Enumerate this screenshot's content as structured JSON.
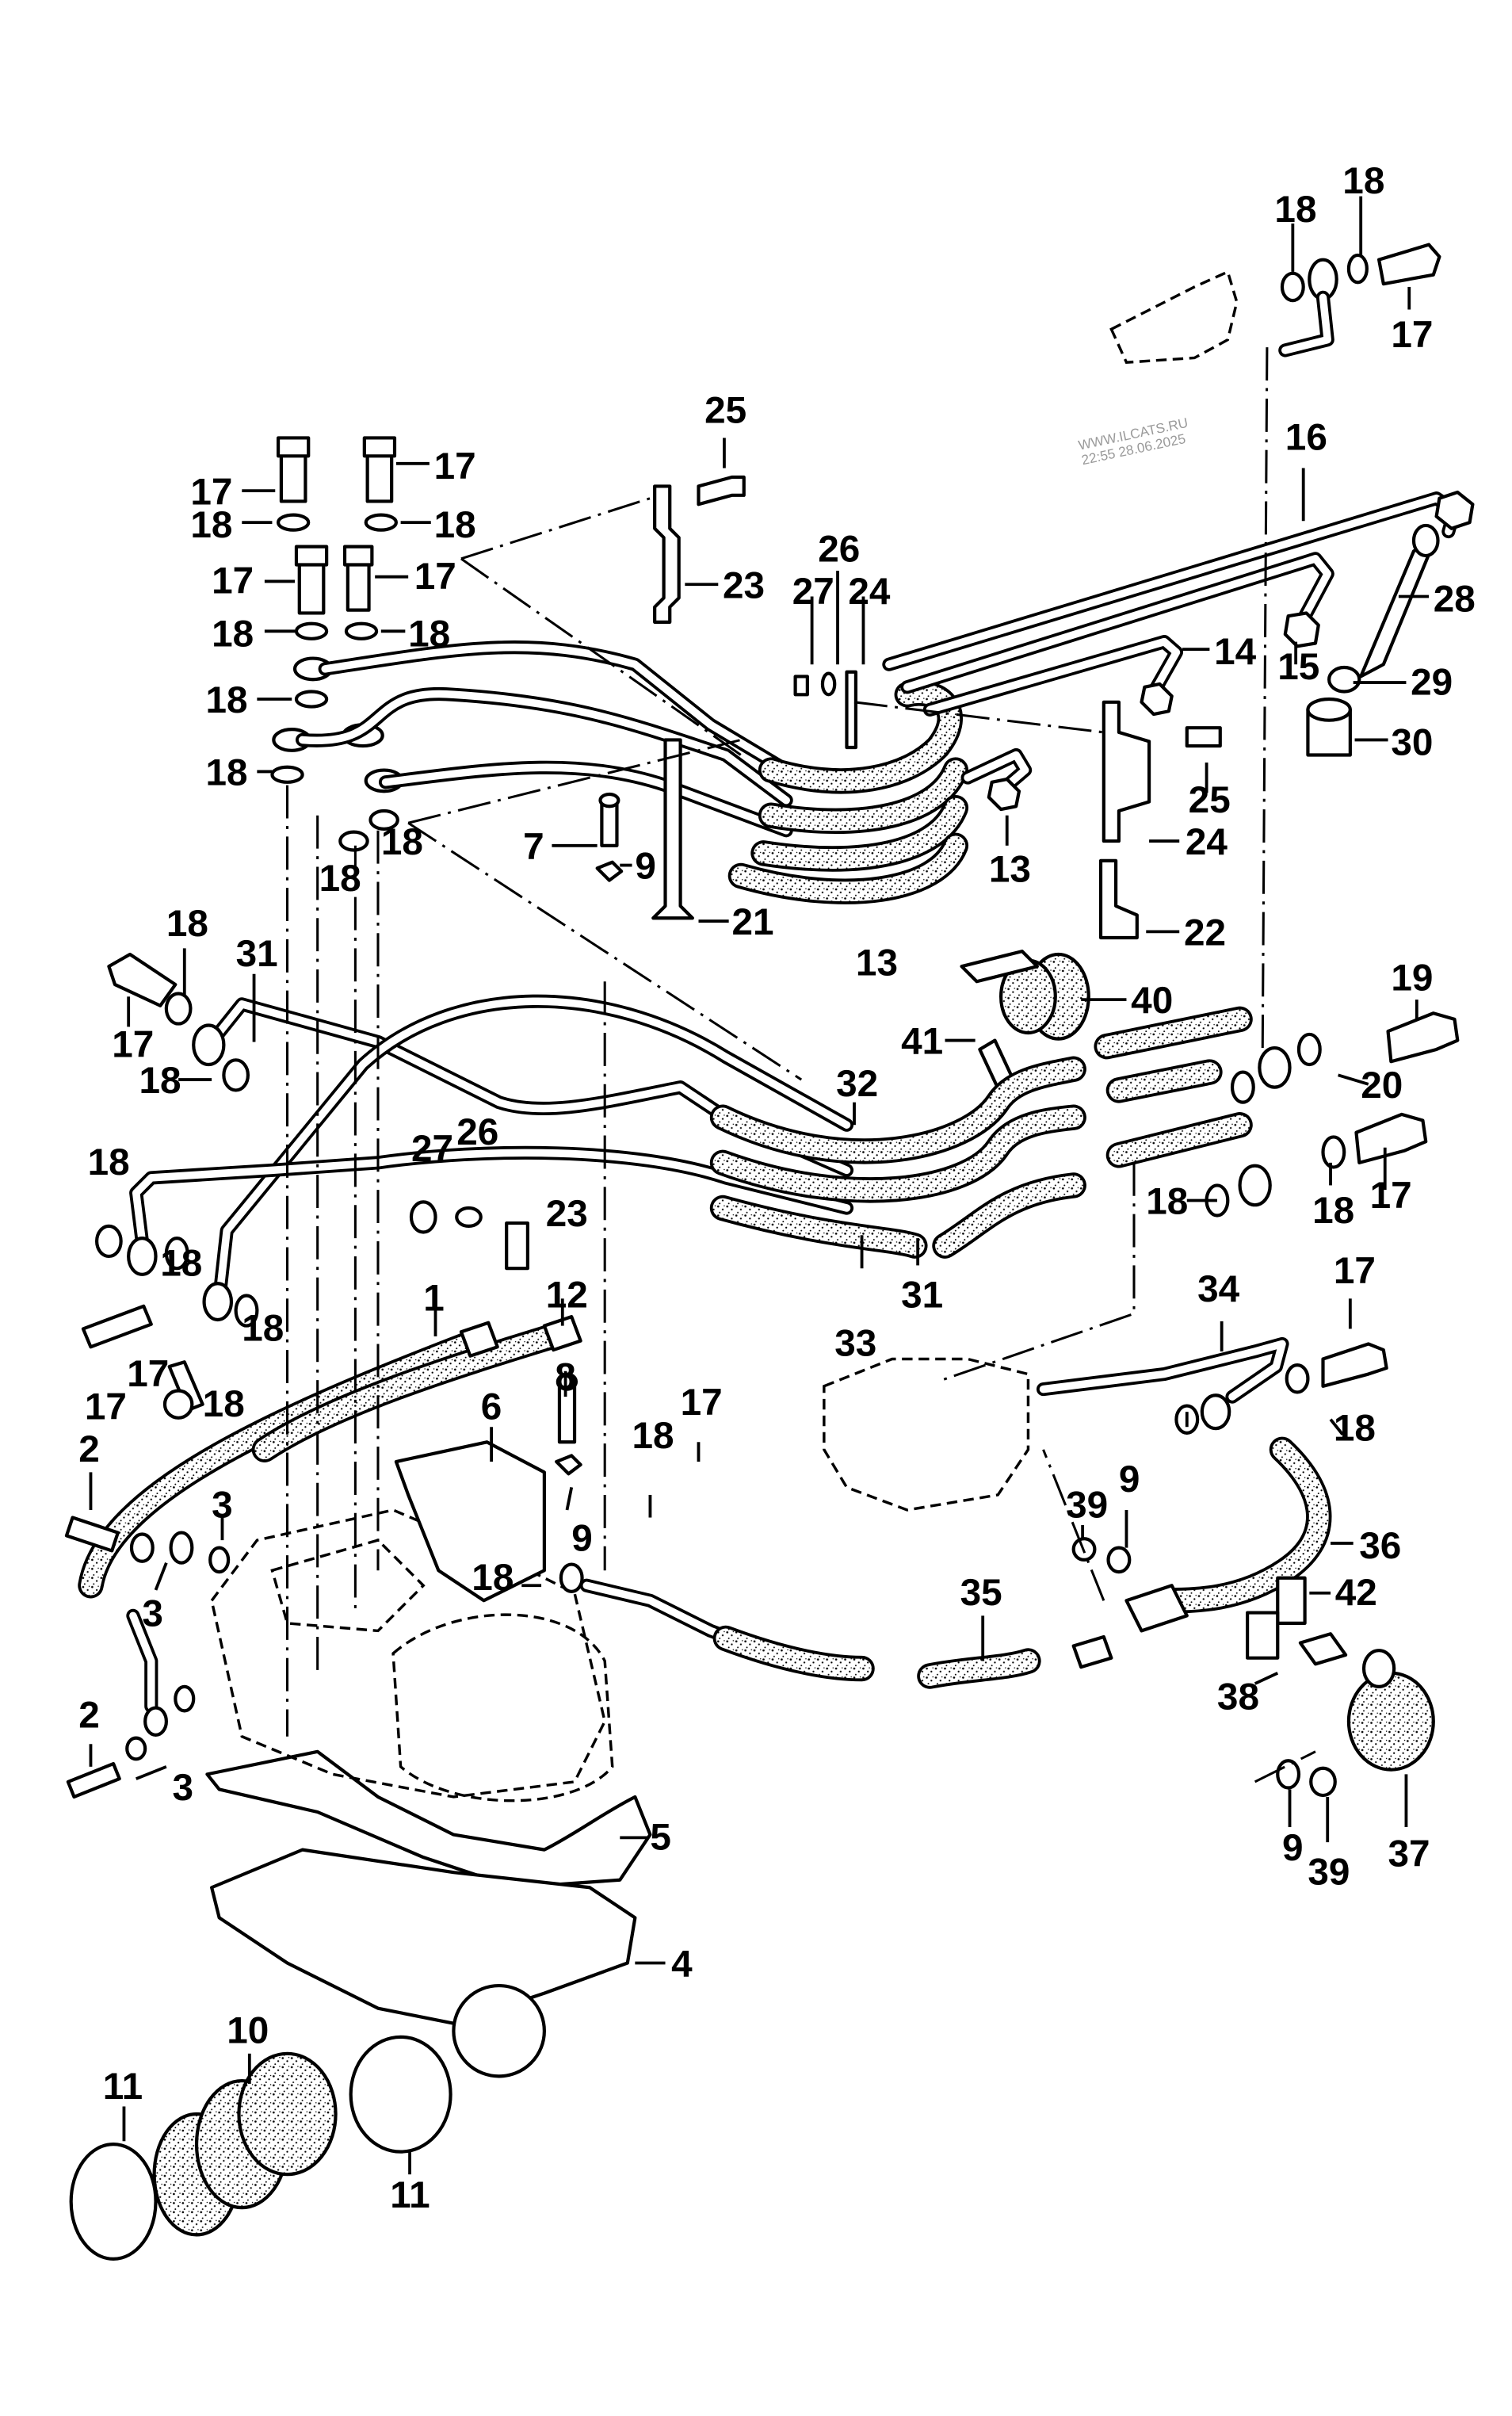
{
  "watermark": {
    "line1": "WWW.ILCATS.RU",
    "line2": "22:55 28.06.2025"
  },
  "callouts": [
    {
      "id": "c18a",
      "text": "18"
    },
    {
      "id": "c18b",
      "text": "18"
    },
    {
      "id": "c17a",
      "text": "17"
    },
    {
      "id": "c16",
      "text": "16"
    },
    {
      "id": "c28",
      "text": "28"
    },
    {
      "id": "c29",
      "text": "29"
    },
    {
      "id": "c30",
      "text": "30"
    },
    {
      "id": "c15",
      "text": "15"
    },
    {
      "id": "c14",
      "text": "14"
    },
    {
      "id": "c25a",
      "text": "25"
    },
    {
      "id": "c23a",
      "text": "23"
    },
    {
      "id": "c26a",
      "text": "26"
    },
    {
      "id": "c27a",
      "text": "27"
    },
    {
      "id": "c24a",
      "text": "24"
    },
    {
      "id": "c25b",
      "text": "25"
    },
    {
      "id": "c24b",
      "text": "24"
    },
    {
      "id": "c13a",
      "text": "13"
    },
    {
      "id": "c13b",
      "text": "13"
    },
    {
      "id": "c22",
      "text": "22"
    },
    {
      "id": "c17b",
      "text": "17"
    },
    {
      "id": "c17c",
      "text": "17"
    },
    {
      "id": "c18c",
      "text": "18"
    },
    {
      "id": "c18d",
      "text": "18"
    },
    {
      "id": "c17d",
      "text": "17"
    },
    {
      "id": "c17e",
      "text": "17"
    },
    {
      "id": "c18e",
      "text": "18"
    },
    {
      "id": "c18f",
      "text": "18"
    },
    {
      "id": "c18g",
      "text": "18"
    },
    {
      "id": "c18h",
      "text": "18"
    },
    {
      "id": "c18i",
      "text": "18"
    },
    {
      "id": "c18j",
      "text": "18"
    },
    {
      "id": "c7",
      "text": "7"
    },
    {
      "id": "c9a",
      "text": "9"
    },
    {
      "id": "c21",
      "text": "21"
    },
    {
      "id": "c18k",
      "text": "18"
    },
    {
      "id": "c31a",
      "text": "31"
    },
    {
      "id": "c17f",
      "text": "17"
    },
    {
      "id": "c18l",
      "text": "18"
    },
    {
      "id": "c40",
      "text": "40"
    },
    {
      "id": "c41",
      "text": "41"
    },
    {
      "id": "c19",
      "text": "19"
    },
    {
      "id": "c20",
      "text": "20"
    },
    {
      "id": "c32",
      "text": "32"
    },
    {
      "id": "c27b",
      "text": "27"
    },
    {
      "id": "c26b",
      "text": "26"
    },
    {
      "id": "c23b",
      "text": "23"
    },
    {
      "id": "c18m",
      "text": "18"
    },
    {
      "id": "c18n",
      "text": "18"
    },
    {
      "id": "c18o",
      "text": "18"
    },
    {
      "id": "c17g",
      "text": "17"
    },
    {
      "id": "c18p",
      "text": "18"
    },
    {
      "id": "c31b",
      "text": "31"
    },
    {
      "id": "c33",
      "text": "33"
    },
    {
      "id": "c17h",
      "text": "17"
    },
    {
      "id": "c18q",
      "text": "18"
    },
    {
      "id": "c17i",
      "text": "17"
    },
    {
      "id": "c18r",
      "text": "18"
    },
    {
      "id": "c1",
      "text": "1"
    },
    {
      "id": "c12",
      "text": "12"
    },
    {
      "id": "c34",
      "text": "34"
    },
    {
      "id": "c17j",
      "text": "17"
    },
    {
      "id": "c18s",
      "text": "18"
    },
    {
      "id": "c6",
      "text": "6"
    },
    {
      "id": "c8",
      "text": "8"
    },
    {
      "id": "c9b",
      "text": "9"
    },
    {
      "id": "c18t",
      "text": "18"
    },
    {
      "id": "c17k",
      "text": "17"
    },
    {
      "id": "c18u",
      "text": "18"
    },
    {
      "id": "c2a",
      "text": "2"
    },
    {
      "id": "c3a",
      "text": "3"
    },
    {
      "id": "c3b",
      "text": "3"
    },
    {
      "id": "c39a",
      "text": "39"
    },
    {
      "id": "c9c",
      "text": "9"
    },
    {
      "id": "c36",
      "text": "36"
    },
    {
      "id": "c42",
      "text": "42"
    },
    {
      "id": "c35",
      "text": "35"
    },
    {
      "id": "c38",
      "text": "38"
    },
    {
      "id": "c2b",
      "text": "2"
    },
    {
      "id": "c3c",
      "text": "3"
    },
    {
      "id": "c5",
      "text": "5"
    },
    {
      "id": "c9d",
      "text": "9"
    },
    {
      "id": "c39b",
      "text": "39"
    },
    {
      "id": "c37",
      "text": "37"
    },
    {
      "id": "c4",
      "text": "4"
    },
    {
      "id": "c10",
      "text": "10"
    },
    {
      "id": "c11a",
      "text": "11"
    },
    {
      "id": "c11b",
      "text": "11"
    }
  ]
}
